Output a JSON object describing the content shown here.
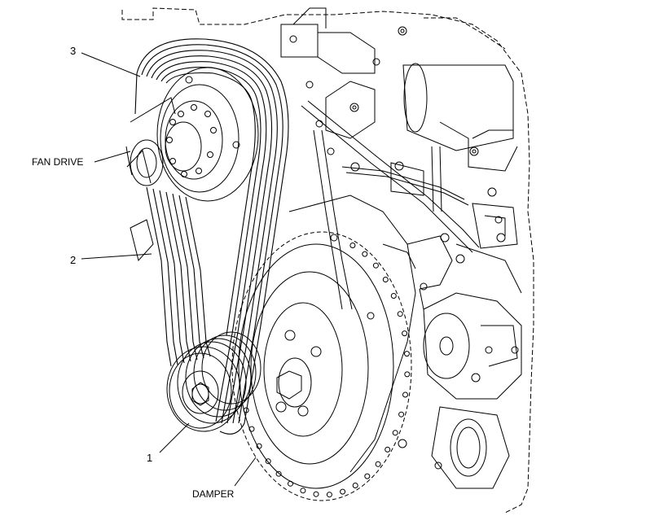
{
  "callouts": {
    "num_1": "1",
    "num_2": "2",
    "num_3": "3",
    "fan_drive": "FAN DRIVE",
    "damper": "DAMPER"
  },
  "colors": {
    "line": "#000000",
    "background": "#ffffff"
  }
}
